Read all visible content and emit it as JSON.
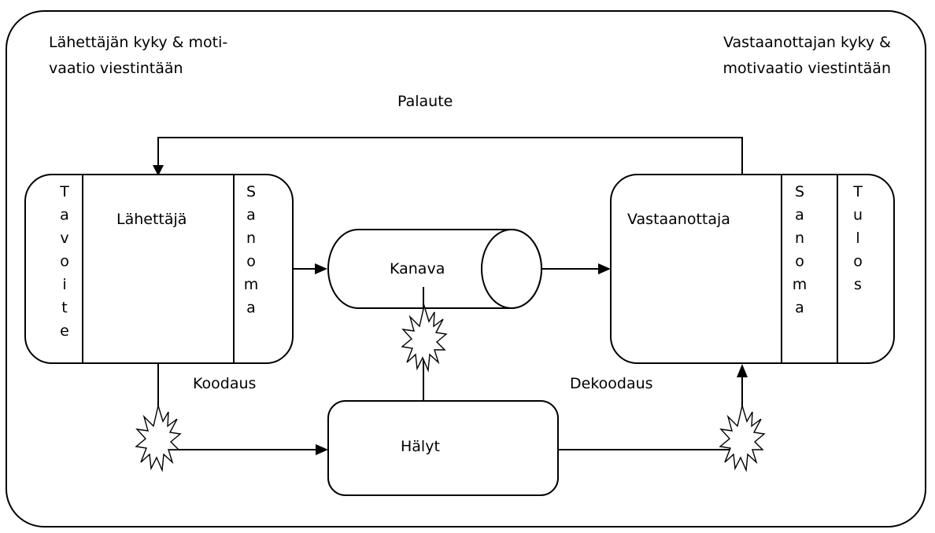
{
  "sender_note": [
    "Lähettäjän kyky & moti-",
    "vaatio viestintään"
  ],
  "receiver_note": [
    "Vastaanottajan kyky &",
    "motivaatio viestintään"
  ],
  "feedback_label": "Palaute",
  "sender": {
    "goal_letters": [
      "T",
      "a",
      "v",
      "o",
      "i",
      "t",
      "e"
    ],
    "label": "Lähettäjä",
    "message_letters": [
      "S",
      "a",
      "n",
      "o",
      "m",
      "a"
    ]
  },
  "channel_label": "Kanava",
  "receiver": {
    "label": "Vastaanottaja",
    "message_letters": [
      "S",
      "a",
      "n",
      "o",
      "m",
      "a"
    ],
    "result_letters": [
      "T",
      "u",
      "l",
      "o",
      "s"
    ]
  },
  "encoding_label": "Koodaus",
  "decoding_label": "Dekoodaus",
  "noise_label": "Hälyt"
}
